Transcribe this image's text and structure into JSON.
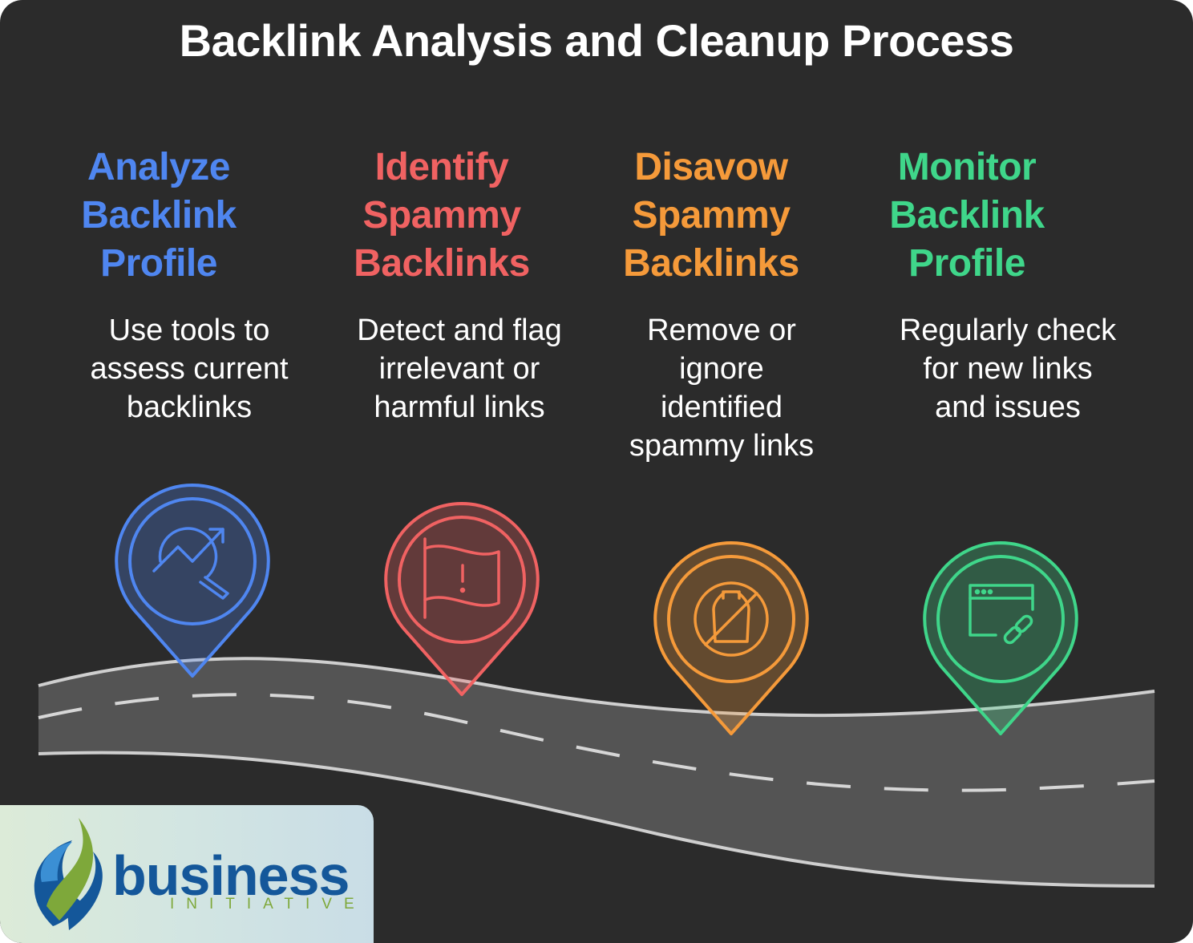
{
  "title": "Backlink Analysis and Cleanup Process",
  "steps": [
    {
      "title_lines": [
        "Analyze",
        "Backlink",
        "Profile"
      ],
      "desc_lines": [
        "Use tools to",
        "assess current",
        "backlinks"
      ],
      "icon": "chart-magnifier-icon",
      "color": "#4f86f0"
    },
    {
      "title_lines": [
        "Identify",
        "Spammy",
        "Backlinks"
      ],
      "desc_lines": [
        "Detect and flag",
        "irrelevant or",
        "harmful links"
      ],
      "icon": "flag-alert-icon",
      "color": "#f06262"
    },
    {
      "title_lines": [
        "Disavow",
        "Spammy",
        "Backlinks"
      ],
      "desc_lines": [
        "Remove or",
        "ignore",
        "identified",
        "spammy links"
      ],
      "icon": "no-trash-bag-icon",
      "color": "#f59a3a"
    },
    {
      "title_lines": [
        "Monitor",
        "Backlink",
        "Profile"
      ],
      "desc_lines": [
        "Regularly check",
        "for new links",
        "and issues"
      ],
      "icon": "browser-link-icon",
      "color": "#3fd68a"
    }
  ],
  "logo": {
    "word": "business",
    "sub": "INITIATIVE",
    "brand_blue": "#14579a",
    "brand_green": "#7ea83a"
  }
}
